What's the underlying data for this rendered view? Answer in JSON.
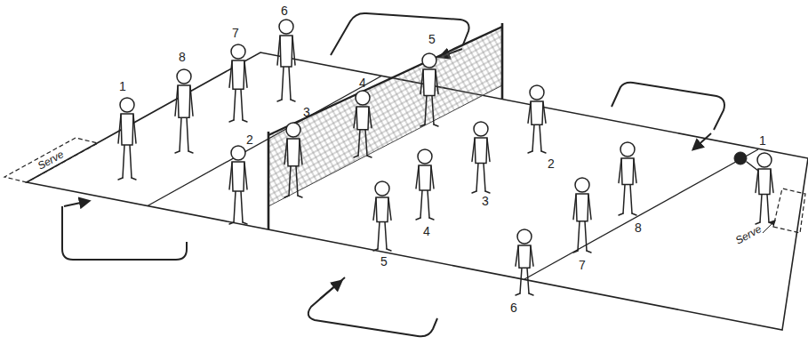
{
  "diagram": {
    "labels": [
      "Serve",
      "1",
      "8",
      "7",
      "6",
      "5",
      "4",
      "3",
      "2",
      "1",
      "2",
      "3",
      "4",
      "5",
      "6",
      "7",
      "8",
      "Serve"
    ]
  }
}
